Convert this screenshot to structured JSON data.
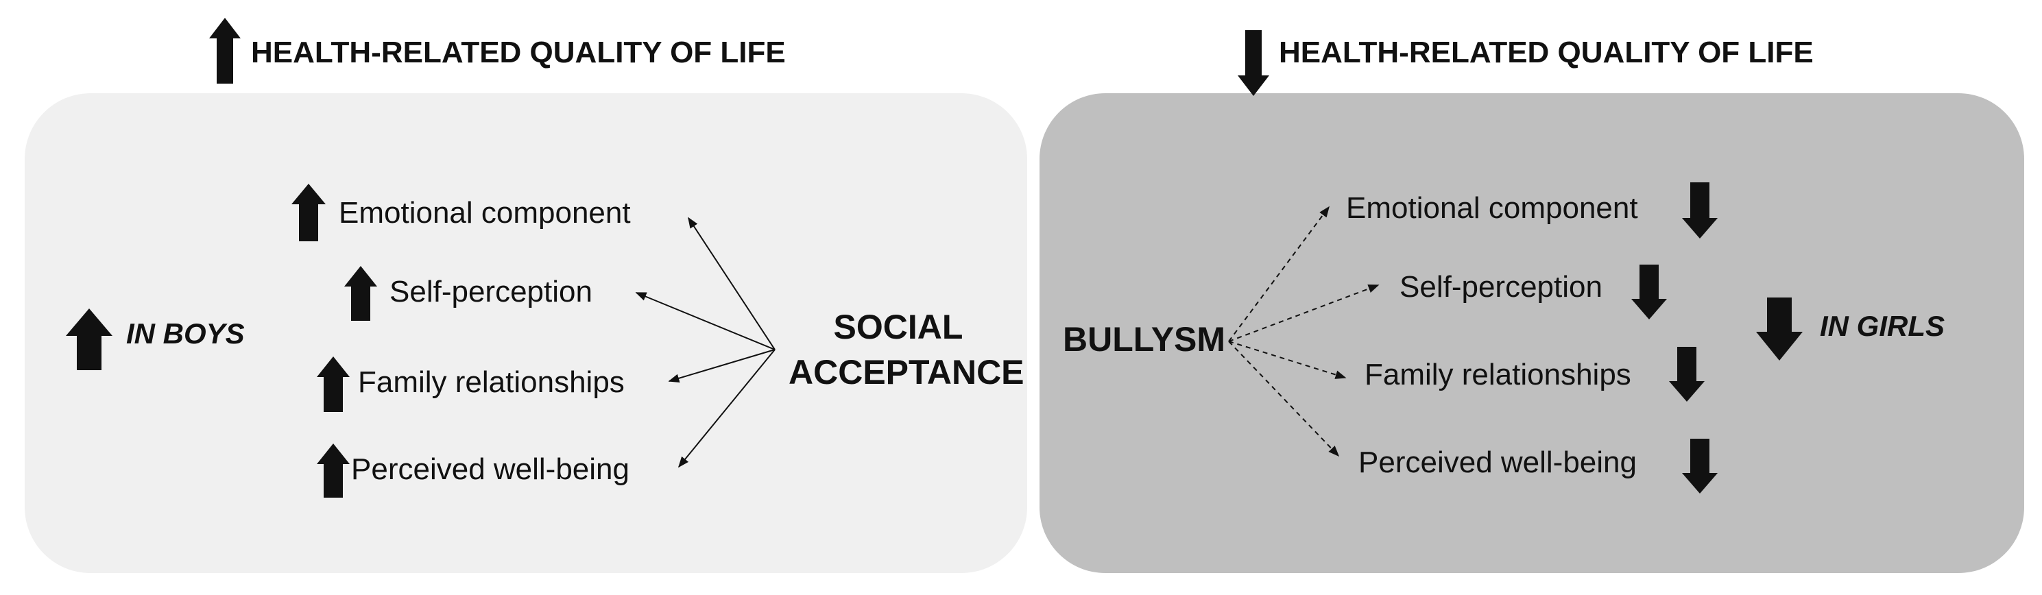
{
  "left_panel": {
    "header": "HEALTH-RELATED QUALITY OF LIFE",
    "header_direction": "up",
    "items": [
      "Emotional component",
      "Self-perception",
      "Family relationships",
      "Perceived well-being"
    ],
    "source_line1": "SOCIAL",
    "source_line2": "ACCEPTANCE",
    "group_label": "IN BOYS",
    "color": "#f0f0f0"
  },
  "right_panel": {
    "header": "HEALTH-RELATED QUALITY OF LIFE",
    "header_direction": "down",
    "items": [
      "Emotional component",
      "Self-perception",
      "Family relationships",
      "Perceived well-being"
    ],
    "source": "BULLYSM",
    "group_label": "IN GIRLS",
    "color": "#bfbfbf"
  }
}
